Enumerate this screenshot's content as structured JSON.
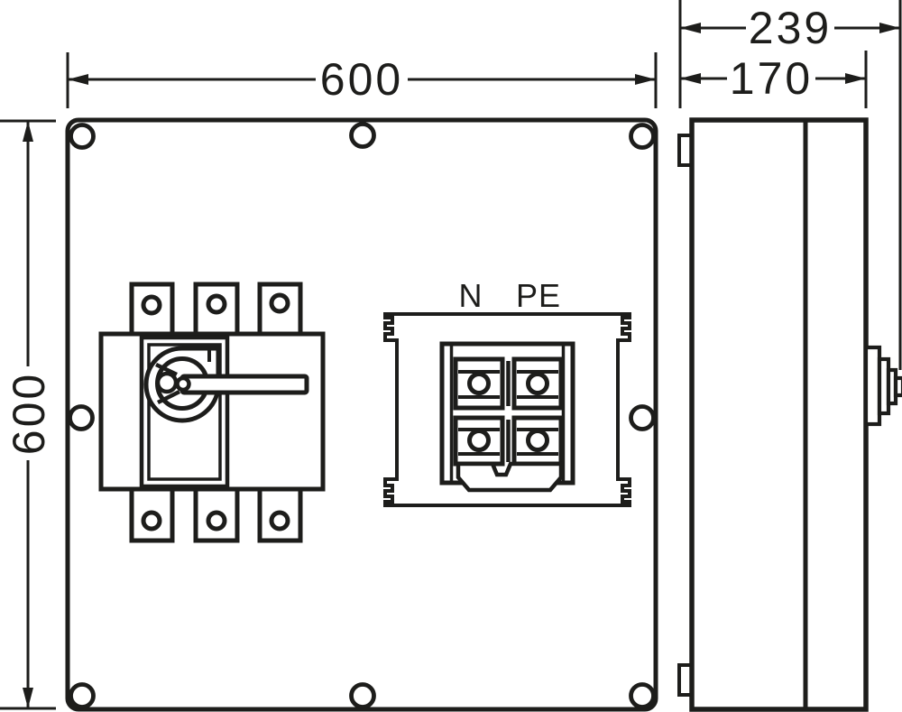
{
  "meta": {
    "background_color": "#ffffff",
    "line_color": "#1d1d1b"
  },
  "dimensions": {
    "front_width": "600",
    "front_height": "600",
    "side_total_depth": "239",
    "side_body_depth": "170"
  },
  "terminal_labels": {
    "neutral": "N",
    "protective_earth": "PE"
  }
}
